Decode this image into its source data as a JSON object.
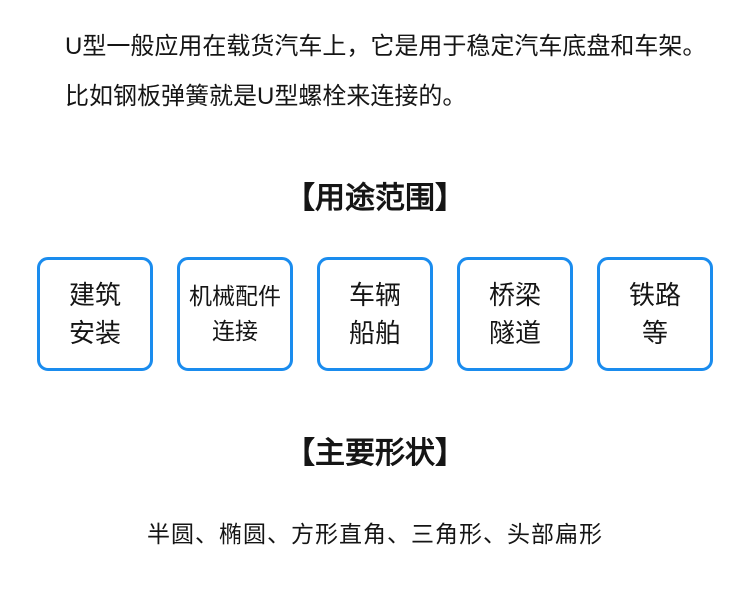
{
  "colors": {
    "accent": "#1a8cee",
    "text": "#111111",
    "background": "#ffffff"
  },
  "intro": {
    "lines": [
      "U型一般应用在载货汽车上，它是用于稳定汽车底盘和车架。",
      "比如钢板弹簧就是U型螺栓来连接的。"
    ]
  },
  "usage": {
    "heading": "【用途范围】",
    "boxes": [
      {
        "lines": [
          "建筑",
          "安装"
        ]
      },
      {
        "lines": [
          "机械配件",
          "连接"
        ]
      },
      {
        "lines": [
          "车辆",
          "船舶"
        ]
      },
      {
        "lines": [
          "桥梁",
          "隧道"
        ]
      },
      {
        "lines": [
          "铁路",
          "等"
        ]
      }
    ]
  },
  "shapes": {
    "heading": "【主要形状】",
    "text": "半圆、椭圆、方形直角、三角形、头部扁形"
  }
}
